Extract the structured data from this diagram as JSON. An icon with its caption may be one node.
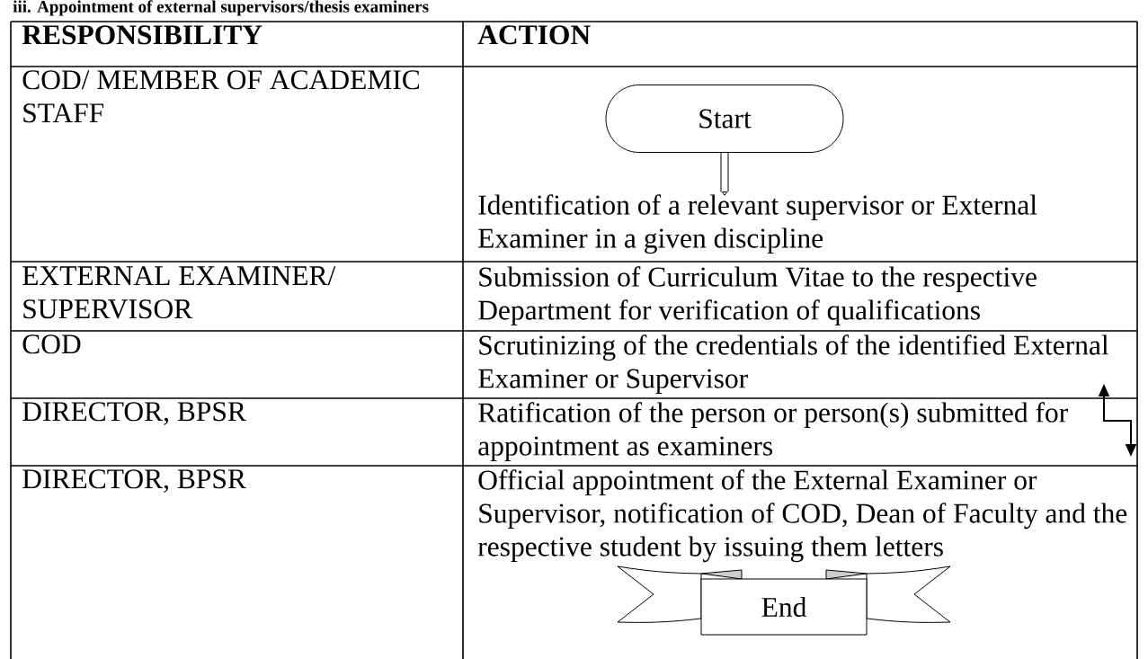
{
  "diagram": {
    "title": "iii. Appointment of external supervisors/thesis examiners",
    "nodes": [
      {
        "text": [
          "Start"
        ]
      },
      {
        "text": [
          "Identification of a relevant supervisor or External Examiner in a given discipline"
        ]
      },
      {
        "text": [
          "End"
        ]
      }
    ],
    "edges": [
      {
        "from": 0,
        "to": 1,
        "arrow": "to"
      }
    ],
    "labels": [
      "RESPONSIBILITY",
      "ACTION",
      "COD/ MEMBER OF ACADEMIC STAFF",
      "EXTERNAL EXAMINER/ SUPERVISOR",
      "Submission of Curriculum Vitae to the respective Department for verification of qualifications",
      "COD",
      "Scrutinizing of the credentials of the identified External Examiner or Supervisor",
      "DIRECTOR, BPSR",
      "Ratification of the person or person(s) submitted for appointment as examiners",
      "DIRECTOR, BPSR",
      "Official appointment of the External Examiner or Supervisor, notification of COD, Dean of Faculty and the respective student by issuing them letters"
    ]
  }
}
